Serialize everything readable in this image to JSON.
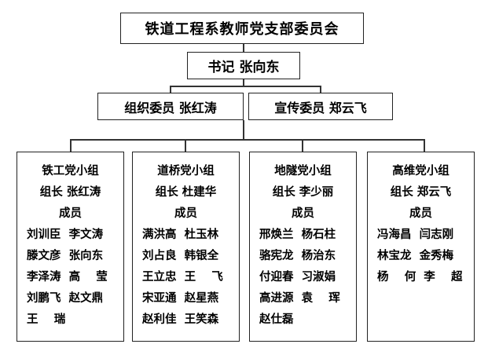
{
  "committee": "铁道工程系教师党支部委员会",
  "secretary": "书记  张向东",
  "org_member": "组织委员  张红涛",
  "propaganda_member": "宣传委员  郑云飞",
  "groups": [
    {
      "title": "铁工党小组",
      "leader": "组长  张红涛",
      "members_label": "成员",
      "rows": [
        "刘训臣  李文涛",
        "滕文彦  张向东",
        "李泽涛  高    莹",
        "刘鹏飞  赵文鼎",
        "王    瑞"
      ]
    },
    {
      "title": "道桥党小组",
      "leader": "组长  杜建华",
      "members_label": "成员",
      "rows": [
        "满洪高  杜玉林",
        "刘占良  韩银全",
        "王立忠  王    飞",
        "宋亚通  赵星燕",
        "赵利佳  王笑森"
      ]
    },
    {
      "title": "地隧党小组",
      "leader": "组长  李少丽",
      "members_label": "成员",
      "rows": [
        "邢焕兰  杨石柱",
        "骆宪龙  杨治东",
        "付迎春  习淑娟",
        "高进源  袁    珲",
        "赵仕磊"
      ]
    },
    {
      "title": "高维党小组",
      "leader": "组长  郑云飞",
      "members_label": "成员",
      "rows": [
        "冯海昌  闫志刚",
        "林宝龙  金秀梅",
        "杨    何  李    超"
      ]
    }
  ]
}
